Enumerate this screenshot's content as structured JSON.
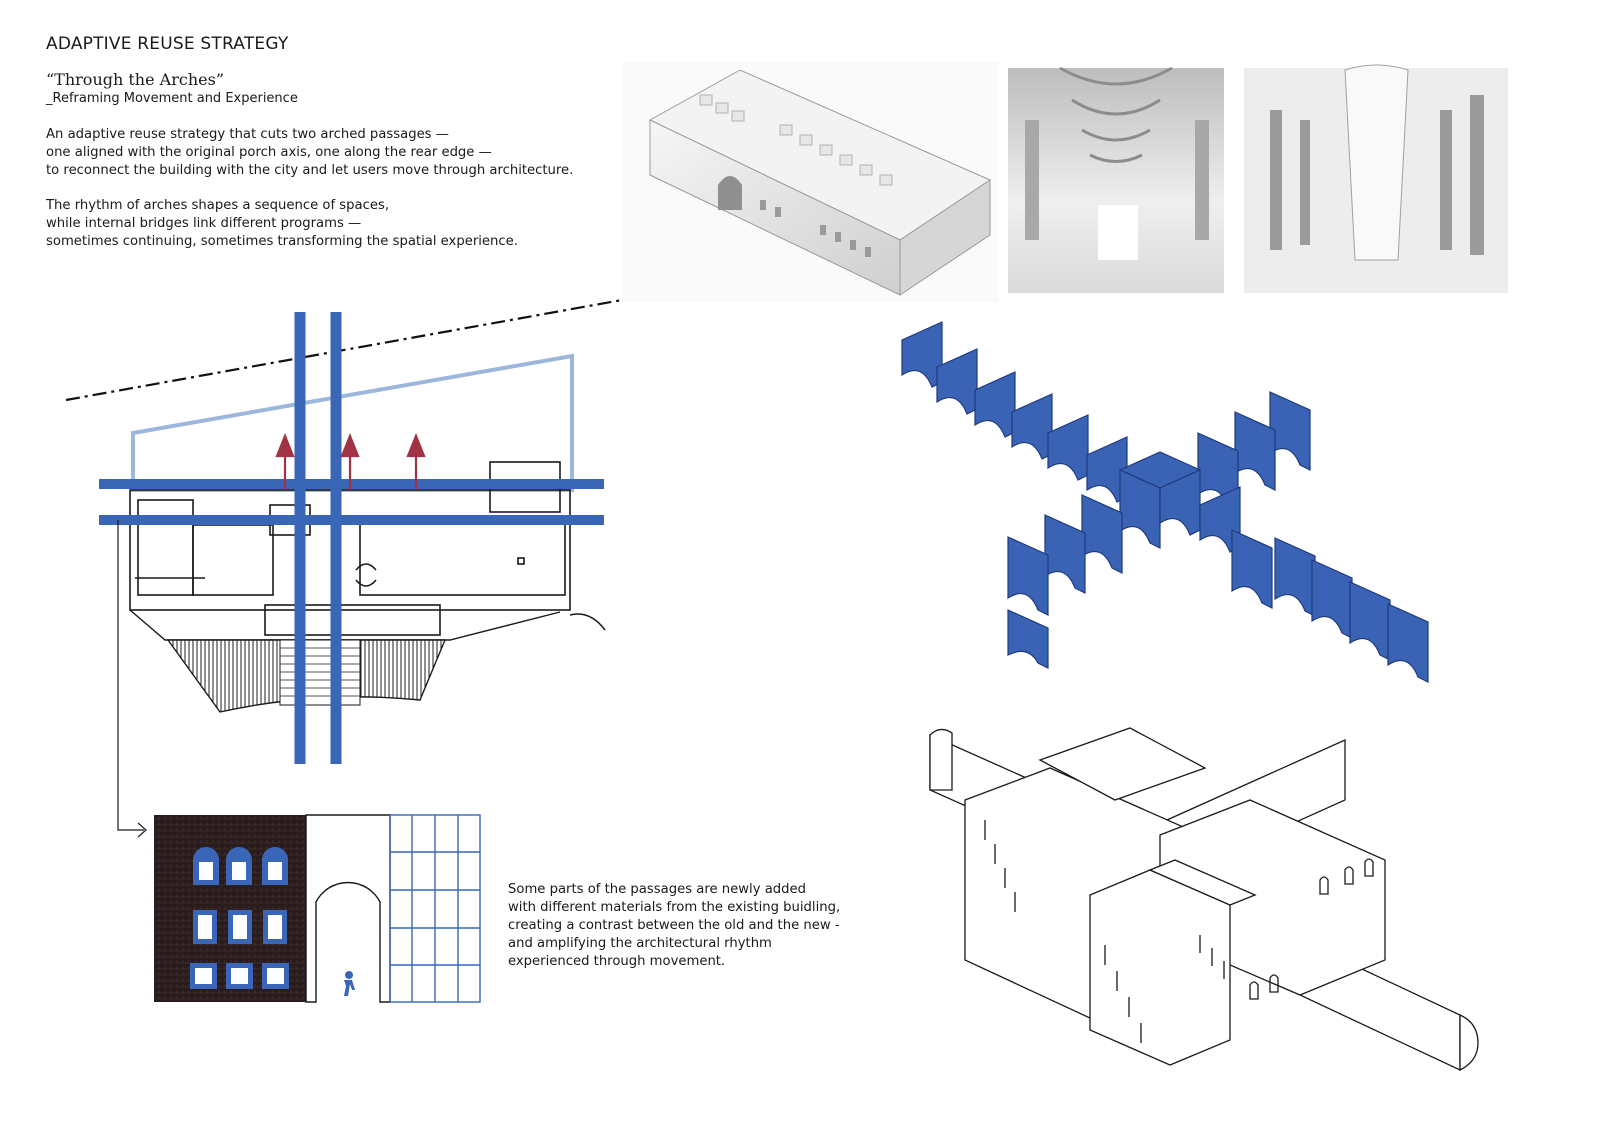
{
  "header": {
    "title": "ADAPTIVE REUSE STRATEGY",
    "subtitle": "“Through the Arches”",
    "subsubtitle": "_Reframing Movement and Experience"
  },
  "intro": {
    "para1": [
      "An adaptive reuse strategy that cuts two arched passages —",
      "one aligned with the original porch axis, one along the rear edge —",
      "to reconnect the building with the city and let users move through architecture."
    ],
    "para2": [
      "The rhythm of arches shapes a sequence of spaces,",
      "while internal bridges link different programs —",
      "sometimes continuing, sometimes transforming the spatial experience."
    ]
  },
  "note": [
    "Some parts of the passages are newly added",
    "with different materials from the existing buidling,",
    "creating a contrast between the old and the new -",
    "and amplifying the architectural rhythm",
    "experienced through movement."
  ],
  "colors": {
    "passage_blue": "#3a66b8",
    "arch_blue": "#3a63b5",
    "light_blue": "#9db6dc",
    "arrow_red": "#a33245",
    "brick_dark": "#2a1c1c",
    "line": "#1a1a1a"
  }
}
